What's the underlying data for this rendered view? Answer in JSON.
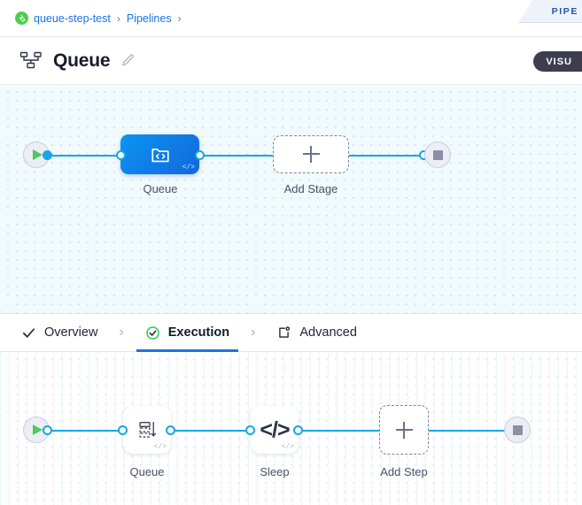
{
  "corner_tab": {
    "label": "PIPE"
  },
  "breadcrumb": {
    "logo_icon": "harness-logo-icon",
    "items": [
      {
        "label": "queue-step-test"
      },
      {
        "label": "Pipelines"
      }
    ],
    "separator": "›"
  },
  "header": {
    "icon": "pipeline-icon",
    "title": "Queue",
    "edit_icon": "pencil-icon",
    "visual_badge": "VISU"
  },
  "stage_canvas": {
    "start_node": {
      "name": "start-node",
      "icon": "play-icon"
    },
    "end_node": {
      "name": "end-node",
      "icon": "stop-icon"
    },
    "stages": [
      {
        "id": "queue-stage",
        "label": "Queue",
        "type": "custom",
        "icon": "code-stage-icon",
        "code_badge": "</>"
      },
      {
        "id": "add-stage",
        "label": "Add Stage",
        "type": "add",
        "icon": "plus-icon"
      }
    ]
  },
  "tabs": {
    "items": [
      {
        "id": "overview",
        "label": "Overview",
        "icon": "check-icon",
        "active": false
      },
      {
        "id": "execution",
        "label": "Execution",
        "icon": "check-circle-icon",
        "active": true
      },
      {
        "id": "advanced",
        "label": "Advanced",
        "icon": "advanced-gear-icon",
        "active": false
      }
    ],
    "separator": "›"
  },
  "step_canvas": {
    "start_node": {
      "name": "start-node",
      "icon": "play-icon"
    },
    "end_node": {
      "name": "end-node",
      "icon": "stop-icon"
    },
    "steps": [
      {
        "id": "queue-step",
        "label": "Queue",
        "type": "step",
        "icon": "queue-icon",
        "code_badge": "</>"
      },
      {
        "id": "sleep-step",
        "label": "Sleep",
        "type": "step",
        "icon": "code-icon",
        "glyph": "</>",
        "code_badge": "</>"
      },
      {
        "id": "add-step",
        "label": "Add Step",
        "type": "add",
        "icon": "plus-icon"
      }
    ]
  },
  "colors": {
    "accent_blue": "#1a73e8",
    "edge_blue": "#17a6e8",
    "stage_gradient_from": "#0b96f2",
    "stage_gradient_to": "#1267dc",
    "success_green": "#4cc95f",
    "badge_dark": "#3d3d4e"
  }
}
